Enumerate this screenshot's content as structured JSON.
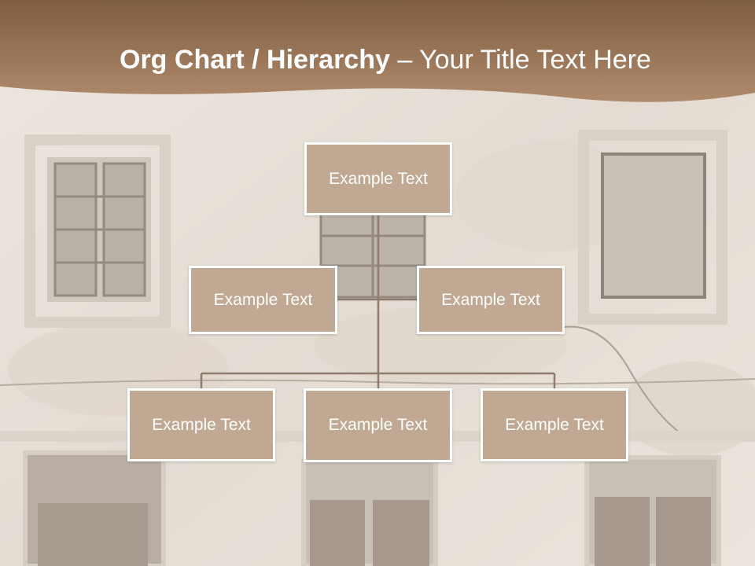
{
  "slide": {
    "title_bold": "Org Chart / Hierarchy",
    "title_dash": " – ",
    "title_rest": "Your Title Text Here"
  },
  "colors": {
    "header_band": "#9b7556",
    "node_fill": "#c0a892",
    "node_border": "#ffffff",
    "connector": "#8f7b6c",
    "background": "#e9e2da"
  },
  "org_chart": {
    "root": {
      "label": "Example Text"
    },
    "assistants": [
      {
        "label": "Example Text"
      },
      {
        "label": "Example Text"
      }
    ],
    "children": [
      {
        "label": "Example Text"
      },
      {
        "label": "Example Text"
      },
      {
        "label": "Example Text"
      }
    ]
  }
}
